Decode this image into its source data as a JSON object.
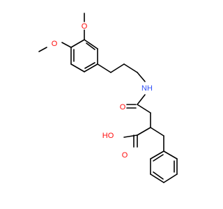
{
  "molecule": {
    "labels": {
      "o_methoxy_top": "O",
      "methyl_top": "",
      "o_methoxy_left": "O",
      "nh": "NH",
      "o_amide": "O",
      "o_acid_carbonyl": "O",
      "oh": "HO"
    },
    "colors": {
      "bond": "#000000",
      "oxygen": "#ff0d0d",
      "nitrogen": "#3050f8",
      "background": "#ffffff"
    }
  }
}
